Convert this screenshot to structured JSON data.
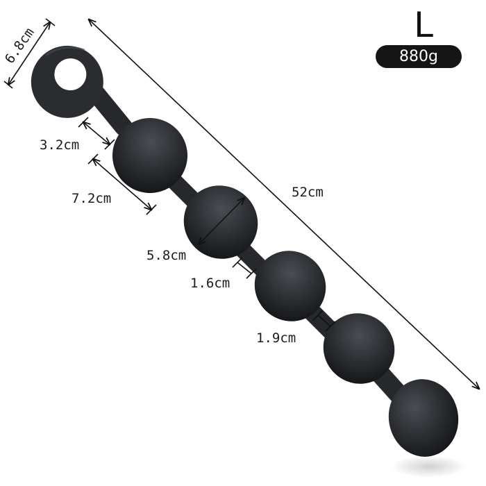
{
  "size_label": "L",
  "weight_label": "880g",
  "dimensions": {
    "ring_width": "6.8cm",
    "neck_length": "3.2cm",
    "bead_length": "7.2cm",
    "total_length": "52cm",
    "bead_diameter": "5.8cm",
    "gap_small": "1.6cm",
    "gap_large": "1.9cm"
  },
  "colors": {
    "product": "#2a2c30",
    "badge": "#151515",
    "text": "#1a1a1a",
    "background": "#ffffff"
  }
}
